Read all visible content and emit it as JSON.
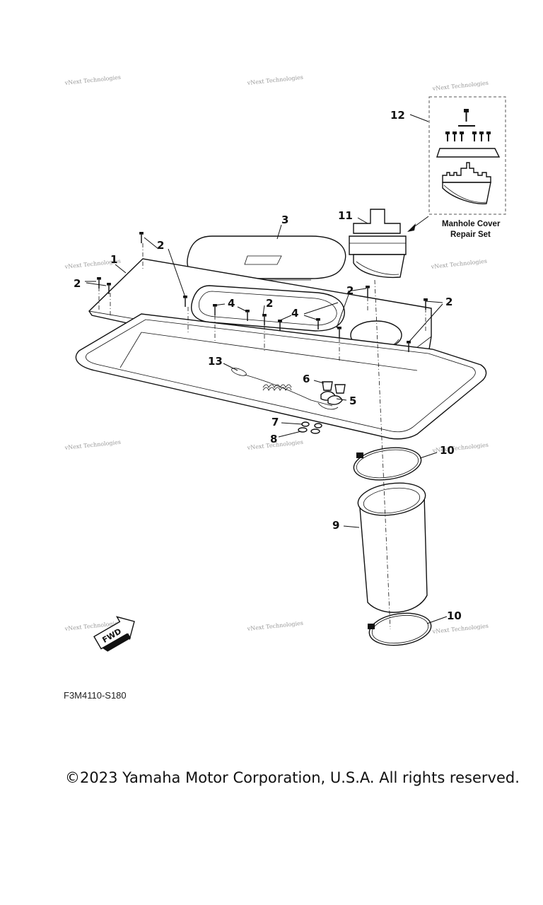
{
  "watermark": "vNext Technologies",
  "callouts": [
    "1",
    "2",
    "3",
    "4",
    "5",
    "6",
    "7",
    "8",
    "9",
    "10",
    "11",
    "12",
    "13"
  ],
  "repair_set": {
    "line1": "Manhole Cover",
    "line2": "Repair Set"
  },
  "fwd_label": "FWD",
  "diagram_code": "F3M4110-S180",
  "copyright": "©2023 Yamaha Motor Corporation, U.S.A. All rights reserved."
}
